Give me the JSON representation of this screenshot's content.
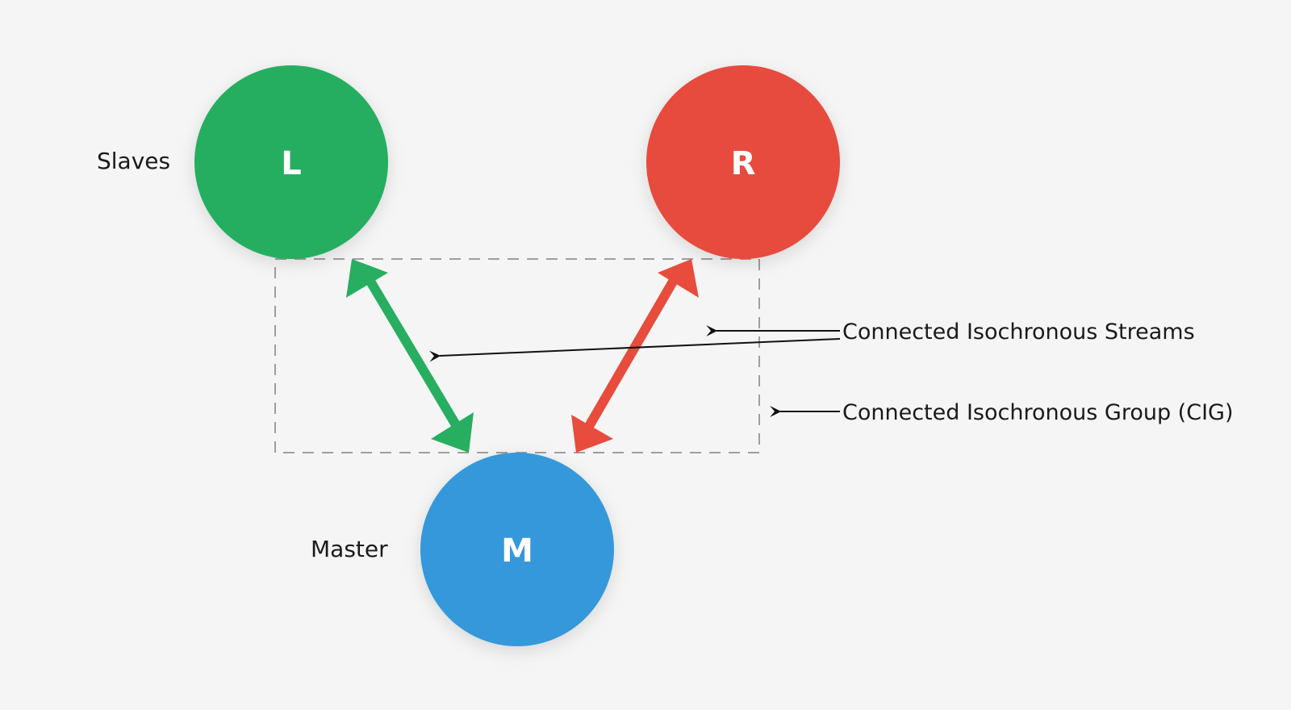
{
  "nodes": {
    "left": {
      "letter": "L",
      "color": "#27ae60"
    },
    "right": {
      "letter": "R",
      "color": "#e74c3c"
    },
    "master": {
      "letter": "M",
      "color": "#3498db"
    }
  },
  "labels": {
    "slaves": "Slaves",
    "master": "Master"
  },
  "annotations": {
    "cis": "Connected Isochronous Streams",
    "cig": "Connected Isochronous Group (CIG)"
  },
  "links": {
    "left_master_color": "#27ae60",
    "right_master_color": "#e74c3c"
  }
}
